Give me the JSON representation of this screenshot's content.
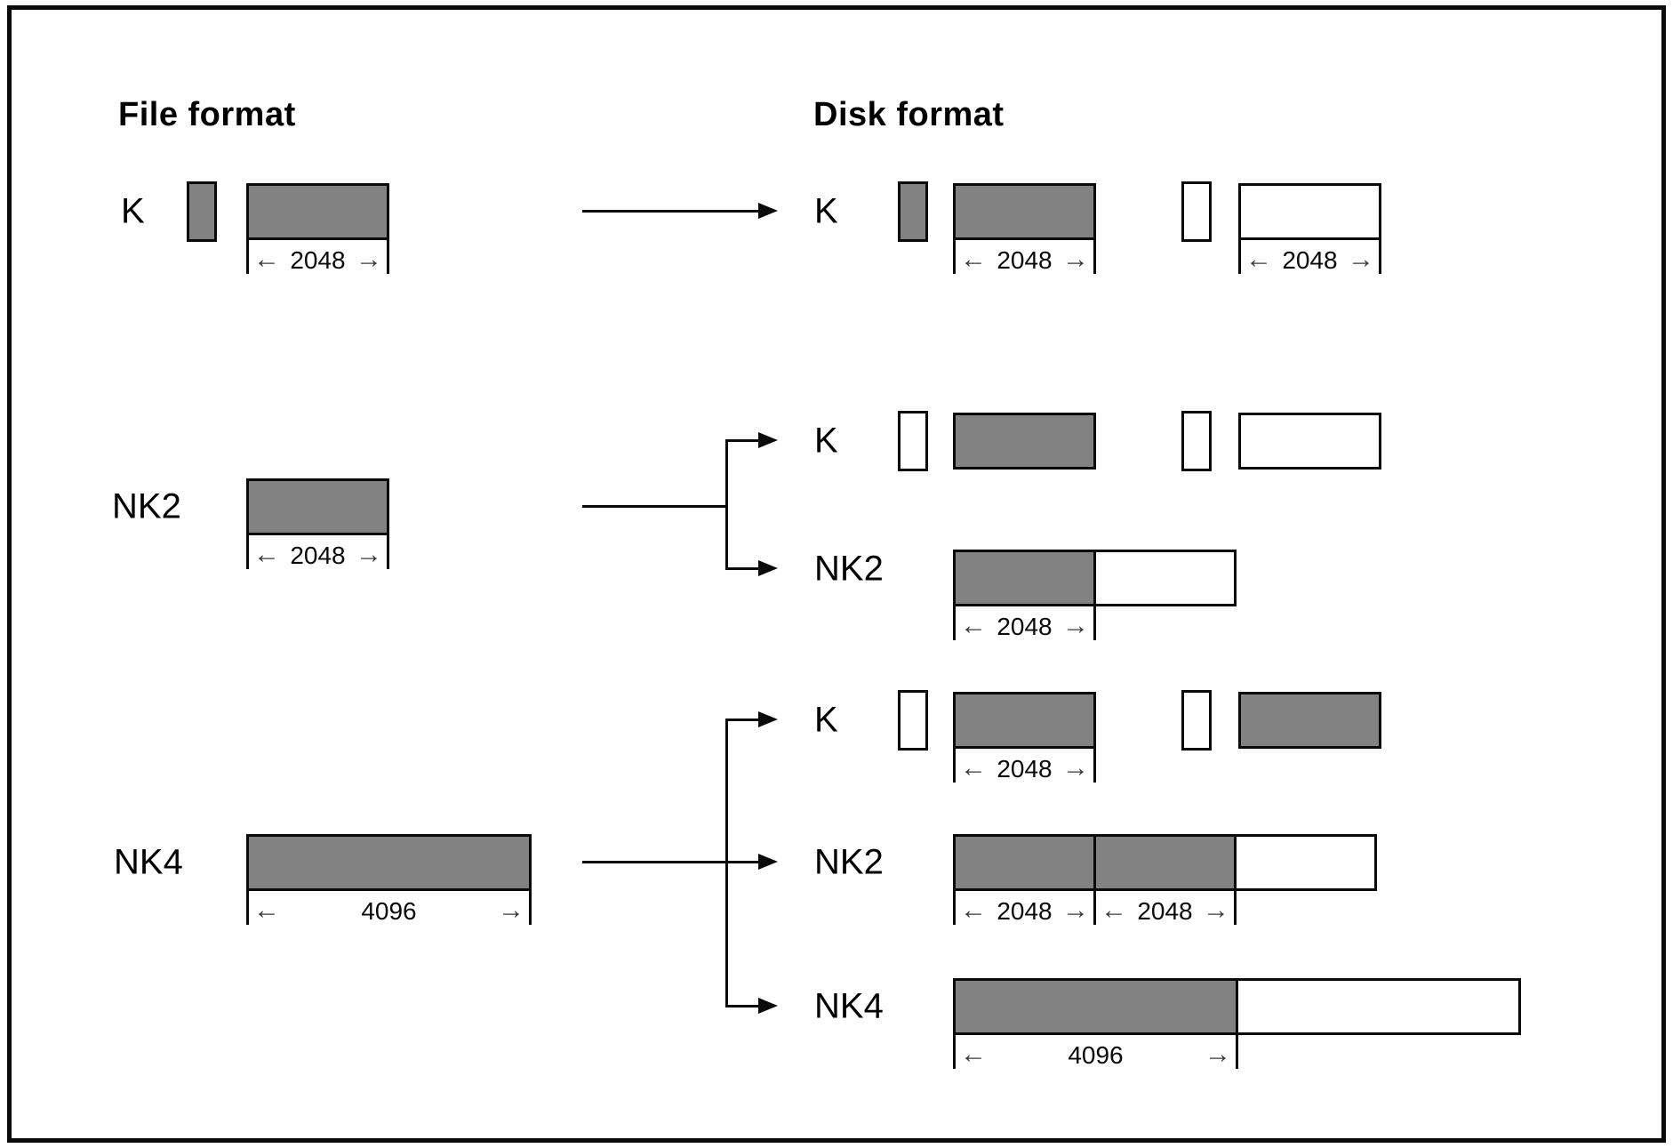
{
  "title_row": {
    "file_heading": "File format",
    "disk_heading": "Disk format"
  },
  "glyphs": {
    "arrow_left": "←",
    "arrow_right": "→"
  },
  "colors": {
    "filled_block": "#828282",
    "empty_block": "#ffffff",
    "line": "#0a0a0a",
    "text": "#000000"
  },
  "sections": {
    "s1": {
      "file": {
        "label": "K",
        "dim": "2048"
      },
      "disk": {
        "k": {
          "label": "K",
          "dim_data": "2048",
          "dim_empty": "2048"
        }
      }
    },
    "s2": {
      "file": {
        "label": "NK2",
        "dim": "2048"
      },
      "disk": {
        "k": {
          "label": "K"
        },
        "nk2": {
          "label": "NK2",
          "dim": "2048"
        }
      }
    },
    "s3": {
      "file": {
        "label": "NK4",
        "dim": "4096"
      },
      "disk": {
        "k": {
          "label": "K",
          "dim": "2048"
        },
        "nk2": {
          "label": "NK2",
          "dim_a": "2048",
          "dim_b": "2048"
        },
        "nk4": {
          "label": "NK4",
          "dim": "4096"
        }
      }
    }
  },
  "diagram_data": {
    "type": "block-mapping-diagram",
    "mappings": [
      {
        "file_format": "K",
        "file_blocks": [
          {
            "kind": "small",
            "filled": true
          },
          {
            "kind": "wide",
            "size": 2048,
            "filled": true
          }
        ],
        "disk_rows": [
          {
            "format": "K",
            "blocks": [
              {
                "kind": "small",
                "filled": true
              },
              {
                "kind": "wide",
                "size": 2048,
                "filled": true
              },
              {
                "kind": "small",
                "filled": false
              },
              {
                "kind": "wide",
                "size": 2048,
                "filled": false
              }
            ]
          }
        ]
      },
      {
        "file_format": "NK2",
        "file_blocks": [
          {
            "kind": "wide",
            "size": 2048,
            "filled": true
          }
        ],
        "disk_rows": [
          {
            "format": "K",
            "blocks": [
              {
                "kind": "small",
                "filled": false
              },
              {
                "kind": "wide",
                "size": 2048,
                "filled": true
              },
              {
                "kind": "small",
                "filled": false
              },
              {
                "kind": "wide",
                "size": 2048,
                "filled": false
              }
            ]
          },
          {
            "format": "NK2",
            "blocks": [
              {
                "kind": "wide",
                "size": 2048,
                "filled": true
              },
              {
                "kind": "wide",
                "size": 2048,
                "filled": false
              }
            ]
          }
        ]
      },
      {
        "file_format": "NK4",
        "file_blocks": [
          {
            "kind": "wide",
            "size": 4096,
            "filled": true
          }
        ],
        "disk_rows": [
          {
            "format": "K",
            "blocks": [
              {
                "kind": "small",
                "filled": false
              },
              {
                "kind": "wide",
                "size": 2048,
                "filled": true
              },
              {
                "kind": "small",
                "filled": false
              },
              {
                "kind": "wide",
                "size": 2048,
                "filled": true
              }
            ]
          },
          {
            "format": "NK2",
            "blocks": [
              {
                "kind": "wide",
                "size": 2048,
                "filled": true
              },
              {
                "kind": "wide",
                "size": 2048,
                "filled": true
              },
              {
                "kind": "wide",
                "size": 2048,
                "filled": false
              }
            ]
          },
          {
            "format": "NK4",
            "blocks": [
              {
                "kind": "wide",
                "size": 4096,
                "filled": true
              },
              {
                "kind": "wide",
                "size": 4096,
                "filled": false
              }
            ]
          }
        ]
      }
    ]
  }
}
